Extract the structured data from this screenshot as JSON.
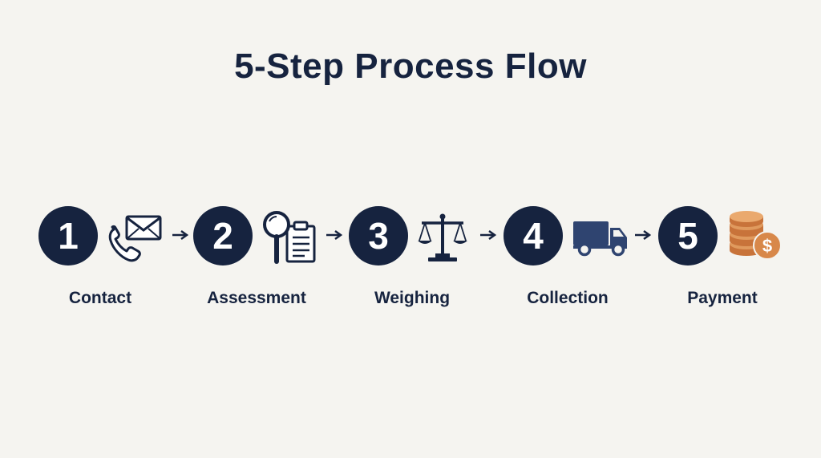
{
  "title": "5-Step Process Flow",
  "colors": {
    "navy": "#16233f",
    "coin": "#d8884a",
    "background": "#f5f4f0"
  },
  "steps": [
    {
      "number": "1",
      "label": "Contact",
      "icon": "phone-envelope-icon"
    },
    {
      "number": "2",
      "label": "Assessment",
      "icon": "magnifier-clipboard-icon"
    },
    {
      "number": "3",
      "label": "Weighing",
      "icon": "balance-scale-icon"
    },
    {
      "number": "4",
      "label": "Collection",
      "icon": "delivery-truck-icon"
    },
    {
      "number": "5",
      "label": "Payment",
      "icon": "coins-dollar-icon"
    }
  ]
}
